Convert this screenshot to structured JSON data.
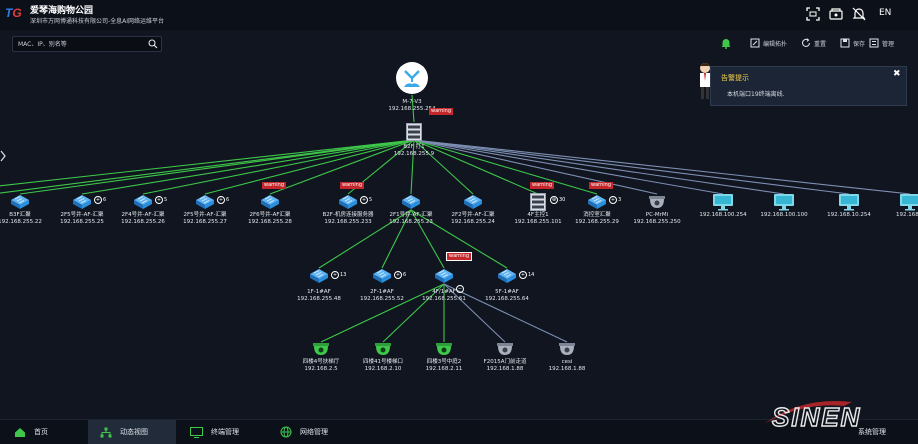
{
  "header": {
    "logo": {
      "t": "T",
      "g": "G"
    },
    "title": "爱琴海购物公园",
    "subtitle": "深圳市万网博通科技有限公司-全息AI网络运维平台",
    "icons": [
      "fullscreen-icon",
      "phone-icon",
      "bell-off-icon"
    ],
    "lang": "EN"
  },
  "search": {
    "placeholder": "MAC、IP、别名等"
  },
  "toolbar": {
    "bell_icon": "bell-icon",
    "edit_label": "编辑拓扑",
    "reset_label": "重置",
    "save_label": "保存",
    "manage_label": "管理"
  },
  "alert": {
    "title": "告警提示",
    "message": "本机端口19终端离线.",
    "close": "✖"
  },
  "topology": {
    "root": {
      "name": "M-7-V3",
      "ip": "192.168.255.254"
    },
    "core": {
      "name": "B2F 打1",
      "ip": "192.168.255.9",
      "warn": "warning"
    },
    "level1": [
      {
        "name": "B3F汇聚",
        "ip": "192.168.255.22",
        "badge": "",
        "warn": ""
      },
      {
        "name": "2F5号井-AF-汇聚",
        "ip": "192.168.255.25",
        "badge": "6",
        "warn": ""
      },
      {
        "name": "2F4号井-AF-汇聚",
        "ip": "192.168.255.26",
        "badge": "5",
        "warn": ""
      },
      {
        "name": "2F5号井-AF-汇聚",
        "ip": "192.168.255.27",
        "badge": "6",
        "warn": ""
      },
      {
        "name": "2F6号井-AF汇聚",
        "ip": "192.168.255.28",
        "badge": "",
        "warn": "warning"
      },
      {
        "name": "B2F-机房连接服务器",
        "ip": "192.168.255.233",
        "badge": "5",
        "warn": "warning"
      },
      {
        "name": "2F1号井-AF-汇聚",
        "ip": "192.168.255.23",
        "badge": "",
        "warn": ""
      },
      {
        "name": "2F2号井-AF-汇聚",
        "ip": "192.168.255.24",
        "badge": "",
        "warn": ""
      },
      {
        "name": "4F主控1",
        "ip": "192.168.255.101",
        "badge": "30",
        "warn": "warning"
      },
      {
        "name": "消控室汇聚",
        "ip": "192.168.255.29",
        "badge": "3",
        "warn": "warning"
      },
      {
        "name": "PC-MrMi",
        "ip": "192.168.255.250",
        "badge": "",
        "warn": ""
      },
      {
        "name": "",
        "ip": "192.168.100.254",
        "badge": "",
        "warn": ""
      },
      {
        "name": "",
        "ip": "192.168.100.100",
        "badge": "",
        "warn": ""
      },
      {
        "name": "",
        "ip": "192.168.10.254",
        "badge": "",
        "warn": ""
      },
      {
        "name": "",
        "ip": "192.168...",
        "badge": "",
        "warn": ""
      }
    ],
    "level2": [
      {
        "name": "1F-1#AF",
        "ip": "192.168.255.48",
        "badge": "13",
        "warn": ""
      },
      {
        "name": "2F-1#AF",
        "ip": "192.168.255.52",
        "badge": "6",
        "warn": ""
      },
      {
        "name": "4F/1#AF",
        "ip": "192.168.255.61",
        "badge": "",
        "warn": "warning"
      },
      {
        "name": "5F-1#AF",
        "ip": "192.168.255.64",
        "badge": "14",
        "warn": ""
      }
    ],
    "level3": [
      {
        "name": "四楼4号扶梯厅",
        "ip": "192.168.2.5"
      },
      {
        "name": "四楼41号楼梯口",
        "ip": "192.168.2.10"
      },
      {
        "name": "四楼3号中庭2",
        "ip": "192.168.2.11"
      },
      {
        "name": "F2015A门前走道",
        "ip": "192.168.1.88"
      },
      {
        "name": "cesi",
        "ip": "192.168.1.88"
      }
    ]
  },
  "footer": {
    "tabs": [
      {
        "label": "首页",
        "icon": "home-icon"
      },
      {
        "label": "动态视图",
        "icon": "topology-icon"
      },
      {
        "label": "终端管理",
        "icon": "monitor-icon"
      },
      {
        "label": "网络管理",
        "icon": "globe-icon"
      },
      {
        "label": "系统管理",
        "icon": "settings-icon"
      }
    ]
  },
  "watermark": {
    "text": "SINEN"
  },
  "colors": {
    "link": "#3ec74a",
    "link_muted": "#7d8fb3",
    "switch": "#2b8fe0",
    "warning": "#c3272b",
    "accent": "#f4d44d"
  }
}
